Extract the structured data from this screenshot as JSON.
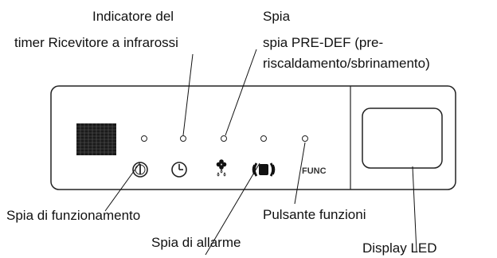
{
  "labels": {
    "timer_line1": "Indicatore del",
    "timer_line2": "timer Ricevitore a infrarossi",
    "spia_line1": "Spia",
    "spia_line2": "spia PRE-DEF (pre-",
    "spia_line3": "riscaldamento/sbrinamento)",
    "funzionamento": "Spia di funzionamento",
    "pulsante": "Pulsante funzioni",
    "allarme": "Spia di allarme",
    "display": "Display LED"
  },
  "panel": {
    "func_button_text": "FUNC"
  },
  "icons": [
    "ir-receiver-grid",
    "power-icon",
    "timer-clock-icon",
    "defrost-icon",
    "alarm-icon"
  ]
}
